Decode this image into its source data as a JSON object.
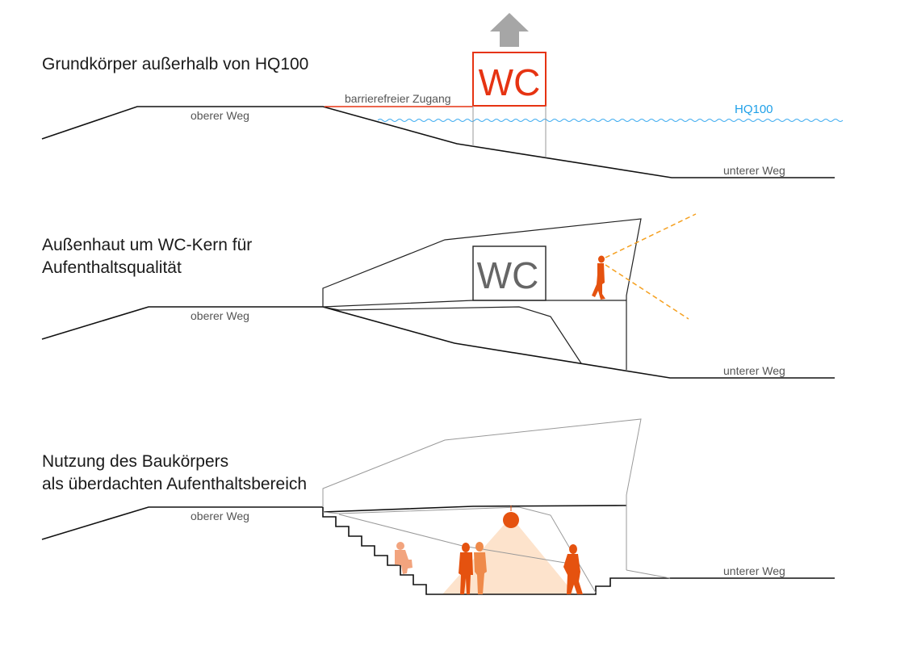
{
  "sections": [
    {
      "title_lines": [
        "Grundkörper außerhalb von HQ100"
      ],
      "labels": {
        "upper_path": "oberer Weg",
        "lower_path": "unterer Weg",
        "access": "barrierefreier Zugang",
        "flood_level": "HQ100",
        "wc": "WC"
      }
    },
    {
      "title_lines": [
        "Außenhaut um WC-Kern für",
        "Aufenthaltsqualität"
      ],
      "labels": {
        "upper_path": "oberer Weg",
        "lower_path": "unterer Weg",
        "wc": "WC"
      }
    },
    {
      "title_lines": [
        "Nutzung des Baukörpers",
        "als überdachten Aufenthaltsbereich"
      ],
      "labels": {
        "upper_path": "oberer Weg",
        "lower_path": "unterer Weg"
      }
    }
  ],
  "colors": {
    "accent_red": "#e63312",
    "figure_orange": "#e5520f",
    "figure_light": "#ef8a4a",
    "figure_pale": "#f2a47e",
    "light_cone": "#fde3cc",
    "sightline": "#f5a020",
    "flood_blue": "#1fa0e8",
    "arrow_grey": "#a6a6a6"
  },
  "icons": [
    "up-arrow-icon",
    "person-walking-icon",
    "person-standing-icon",
    "person-sitting-icon",
    "lamp-icon"
  ]
}
